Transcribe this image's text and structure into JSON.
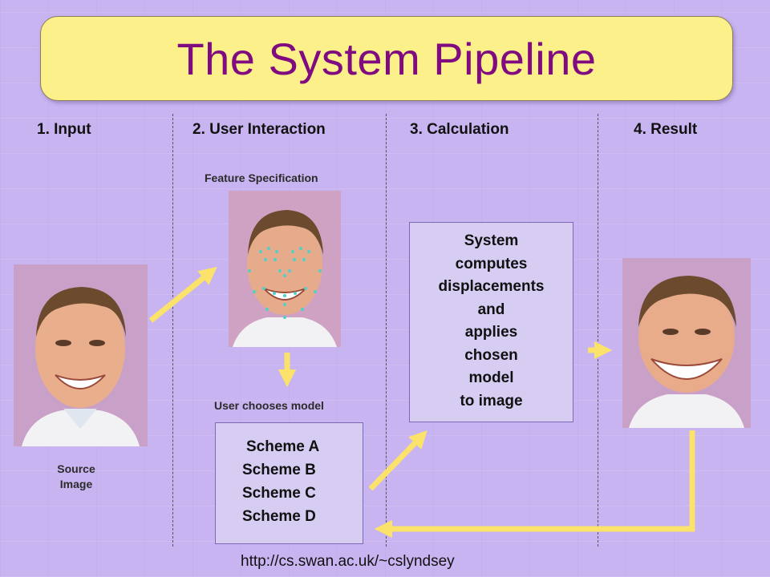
{
  "title": "The System Pipeline",
  "stages": [
    {
      "label": "1. Input"
    },
    {
      "label": "2. User Interaction"
    },
    {
      "label": "3. Calculation"
    },
    {
      "label": "4. Result"
    }
  ],
  "input": {
    "caption_line1": "Source",
    "caption_line2": "Image"
  },
  "interaction": {
    "feature_caption": "Feature Specification",
    "choose_caption": "User chooses model",
    "schemes": [
      "Scheme A",
      "Scheme B",
      "Scheme C",
      "Scheme D"
    ]
  },
  "calculation": {
    "lines": [
      "System",
      "computes",
      "displacements",
      "and",
      "applies",
      "chosen",
      "model",
      "to image"
    ]
  },
  "footer": {
    "url": "http://cs.swan.ac.uk/~cslyndsey"
  },
  "colors": {
    "title_text": "#800a80",
    "banner_fill": "#fbf08a",
    "background": "#c8b4f0",
    "arrow": "#fbe26a",
    "box_fill": "#d7ccf2",
    "feature_points": "#4fd0c8"
  }
}
